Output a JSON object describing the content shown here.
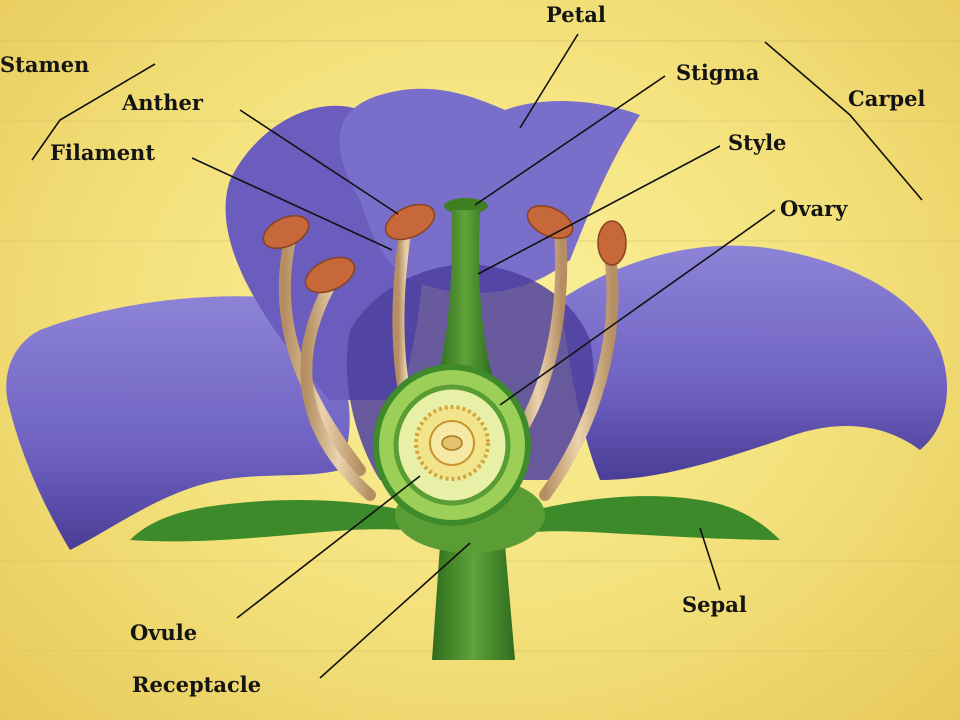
{
  "labels": {
    "petal": "Petal",
    "stamen": "Stamen",
    "anther": "Anther",
    "filament": "Filament",
    "stigma": "Stigma",
    "style": "Style",
    "ovary": "Ovary",
    "carpel": "Carpel",
    "ovule": "Ovule",
    "receptacle": "Receptacle",
    "sepal": "Sepal"
  },
  "colors": {
    "petal": "#6f62c2",
    "petal_dark": "#4a3d96",
    "green": "#3f8a2a",
    "green_light": "#8cc24a",
    "anther": "#c7683a",
    "filament": "#d7b58d"
  }
}
